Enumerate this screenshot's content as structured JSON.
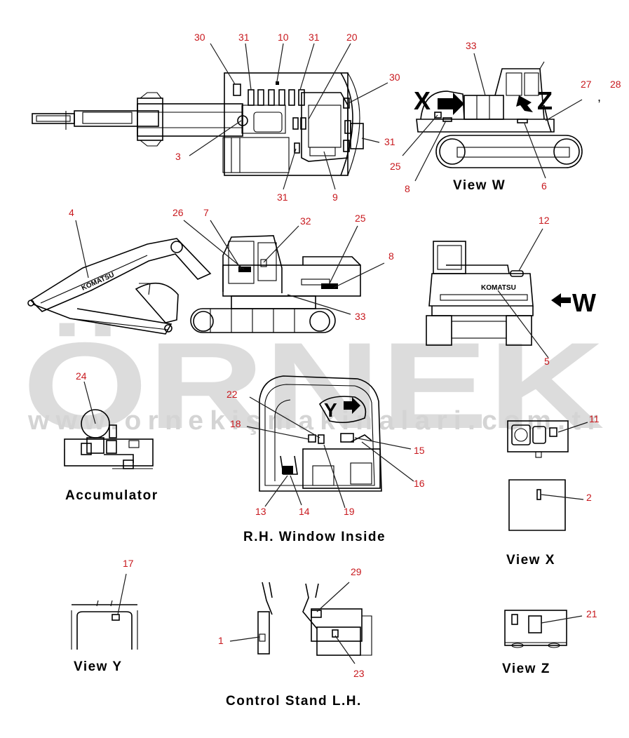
{
  "watermark": {
    "brand": "ÖRNEK",
    "url": "www.ornekişmakinalari.com.tr",
    "color": "#dcdcdc"
  },
  "callout_color": "#c8191e",
  "callouts": {
    "c30a": "30",
    "c31a": "31",
    "c10": "10",
    "c31b": "31",
    "c20": "20",
    "c30b": "30",
    "c31c": "31",
    "c3": "3",
    "c31d": "31",
    "c9": "9",
    "c33a": "33",
    "c27": "27",
    "c28": "28",
    "c25a": "25",
    "c8a": "8",
    "c6": "6",
    "c4": "4",
    "c26": "26",
    "c7": "7",
    "c32": "32",
    "c25b": "25",
    "c8b": "8",
    "c33b": "33",
    "c12": "12",
    "c5": "5",
    "c24": "24",
    "c22": "22",
    "c18": "18",
    "c15": "15",
    "c16": "16",
    "c13": "13",
    "c14": "14",
    "c19": "19",
    "c11": "11",
    "c2": "2",
    "c17": "17",
    "c29": "29",
    "c1": "1",
    "c23": "23",
    "c21": "21"
  },
  "captions": {
    "view_w": "View  W",
    "accumulator": "Accumulator",
    "rh_window": "R.H.  Window  Inside",
    "view_x": "View  X",
    "view_y": "View  Y",
    "control_stand": "Control  Stand  L.H.",
    "view_z": "View  Z"
  },
  "view_letters": {
    "x": "X",
    "z": "Z",
    "w": "W",
    "y": "Y"
  },
  "brand_labels": {
    "side": "KOMATSU",
    "rear": "KOMATSU"
  },
  "separator": ","
}
